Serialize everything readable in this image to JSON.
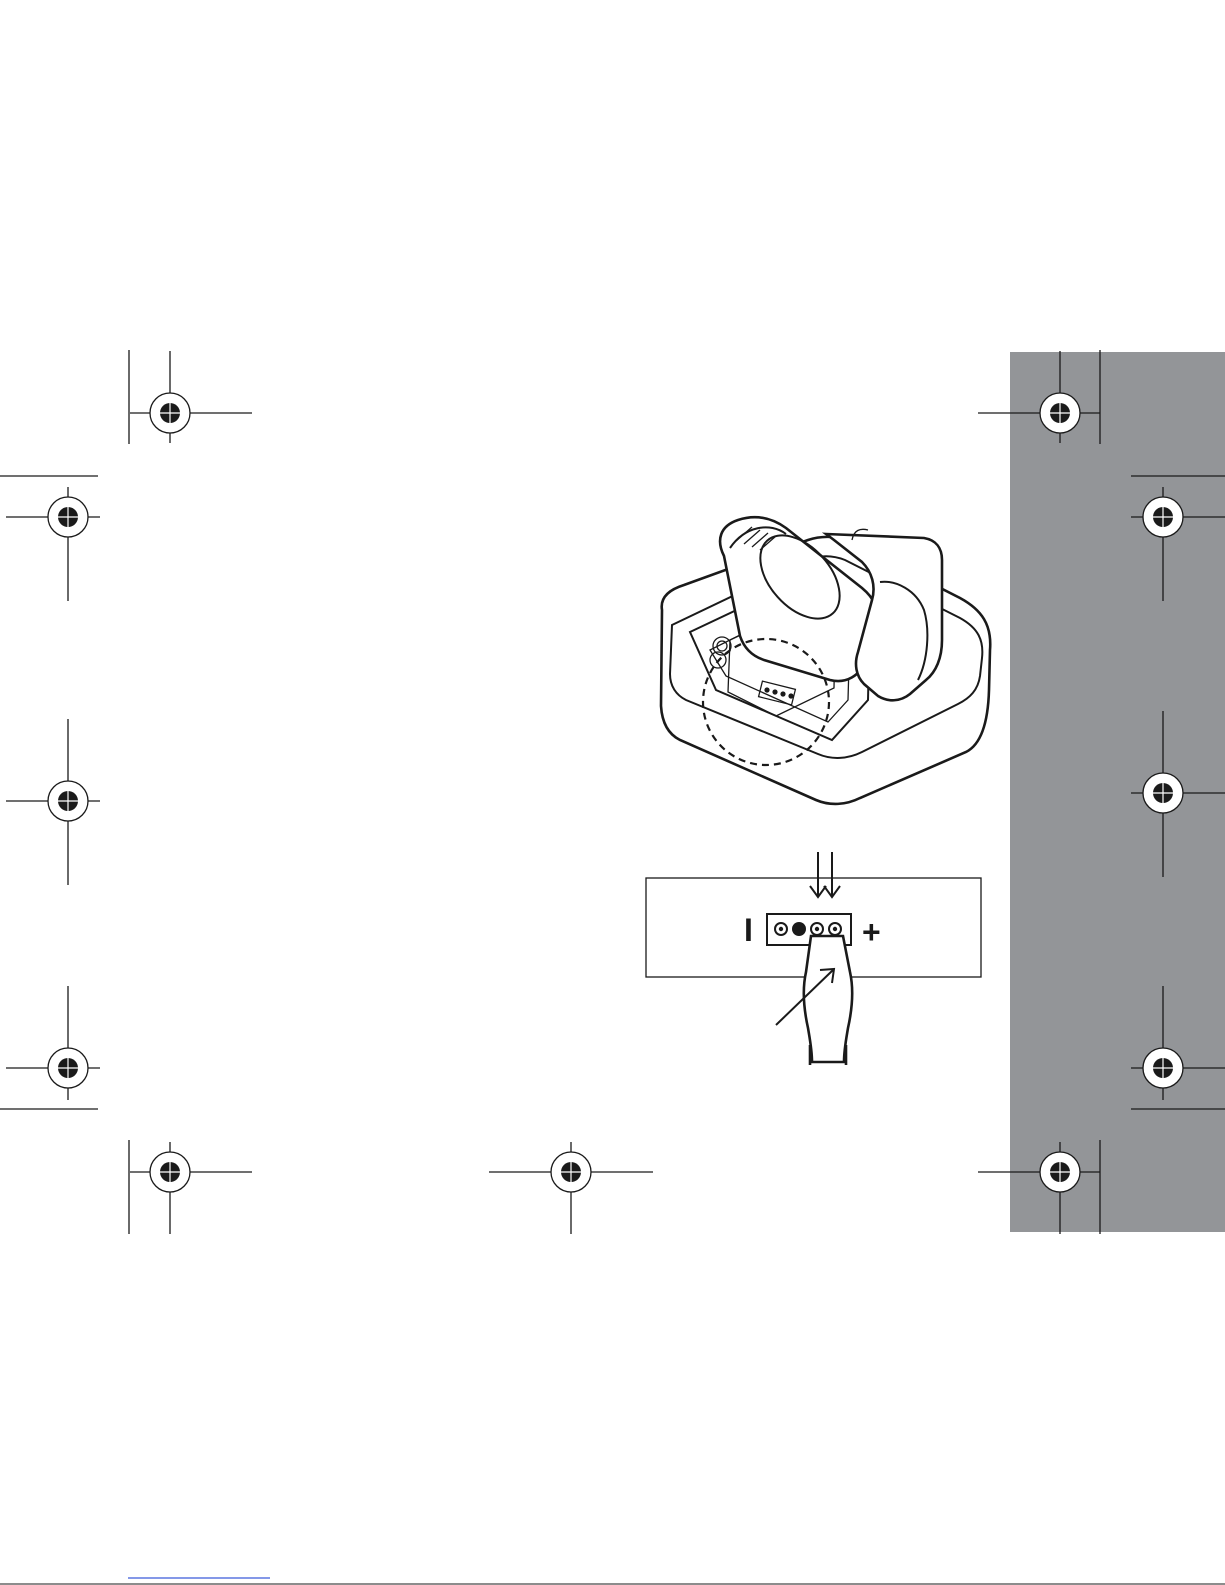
{
  "page": {
    "background": "#ffffff",
    "tab_color": "#939598",
    "line_color": "#1a1a1a"
  },
  "crop_marks": {
    "registration_mark": "registration-target-icon"
  },
  "figure_top": {
    "subject": "base-unit-with-open-battery-compartment",
    "callout": "dashed-circle-highlight"
  },
  "figure_bottom": {
    "minus_symbol": "I",
    "plus_symbol": "+",
    "connector_icon": "connector-four-pin-icon",
    "insert_direction_icon": "double-down-arrow-icon",
    "tool_icon": "screwdriver-icon",
    "pointer_icon": "diagonal-arrow-icon"
  }
}
